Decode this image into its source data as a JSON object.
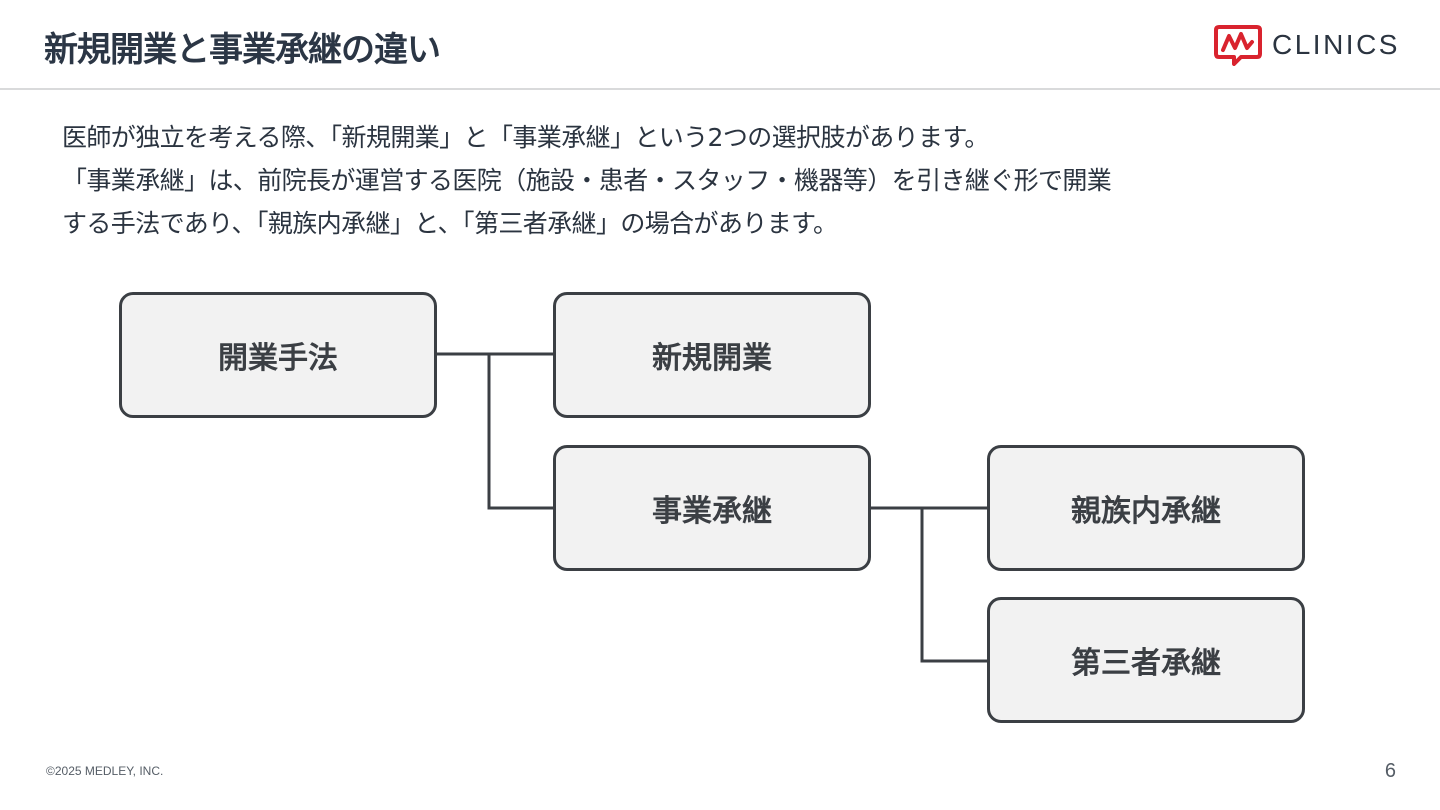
{
  "header": {
    "title": "新規開業と事業承継の違い",
    "logo_text": "CLINICS"
  },
  "body_text": {
    "line1": "医師が独立を考える際、「新規開業」と「事業承継」という2つの選択肢があります。",
    "line2": "「事業承継」は、前院長が運営する医院（施設・患者・スタッフ・機器等）を引き継ぐ形で開業",
    "line3": "する手法であり、「親族内承継」と、「第三者承継」の場合があります。"
  },
  "diagram": {
    "root": "開業手法",
    "new_opening": "新規開業",
    "succession": "事業承継",
    "family_succession": "親族内承継",
    "third_party_succession": "第三者承継"
  },
  "footer": {
    "copyright": "©2025 MEDLEY, INC.",
    "page_number": "6"
  },
  "colors": {
    "brand_red": "#d9232e",
    "node_fill": "#f2f2f2",
    "node_border": "#3b3f44",
    "text": "#2b3440"
  }
}
